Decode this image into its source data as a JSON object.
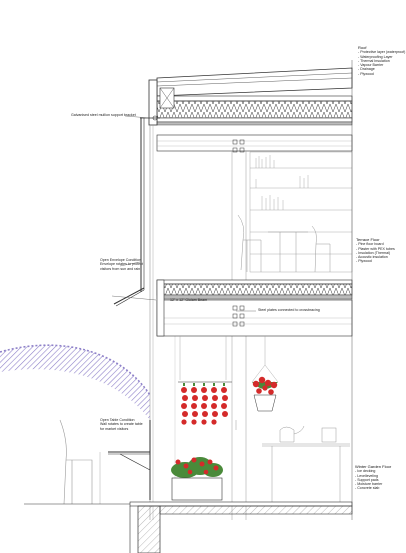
{
  "annotations": {
    "roof": {
      "title": "Roof",
      "lines": [
        "- Protective layer (waterproof)",
        "- Waterproofing Layer",
        "- Thermal Insulation",
        "- Vapour Barrier",
        "- Drainage",
        "- Plywood"
      ]
    },
    "bracket": {
      "lines": [
        "Galvanised steel mullion support bracket"
      ]
    },
    "envelope": {
      "lines": [
        "Open Envelope Condition",
        "Envelope rotates to protect",
        "visitors from sun and rain"
      ]
    },
    "terrace": {
      "title": "Terrace Floor",
      "lines": [
        "- Pine floor board",
        "- Plaster with PEX tubes",
        "- Insulation (Thermal)",
        "- Acoustic insulation",
        "- Plywood"
      ]
    },
    "glulam": {
      "lines": [
        "12\" x 12\" Glulam Beam"
      ]
    },
    "steel_plates": {
      "lines": [
        "Steel plates connected to crossbracing"
      ]
    },
    "table": {
      "lines": [
        "Open Table Condition",
        "Wall rotates to create table",
        "for market visitors"
      ]
    },
    "winter_garden": {
      "title": "Winter Garden Floor",
      "lines": [
        "- Ice decking",
        "- Levelleveling",
        "- Support pads",
        "- Moisture barrier",
        "- Concrete slab"
      ]
    }
  },
  "colors": {
    "line": "#333333",
    "light_line": "#9a9a9a",
    "hatch": "#8f82c9",
    "tomato": "#d42a2a",
    "leaf": "#4a8a3a"
  }
}
